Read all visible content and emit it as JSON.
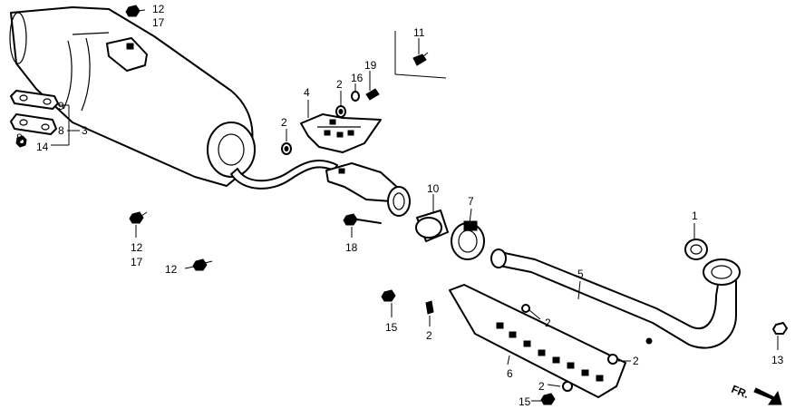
{
  "labels": {
    "l1": "1",
    "l2a": "2",
    "l2b": "2",
    "l2c": "2",
    "l2d": "2",
    "l2e": "2",
    "l2f": "2",
    "l3": "3",
    "l4": "4",
    "l5": "5",
    "l6": "6",
    "l7": "7",
    "l8a": "8",
    "l8b": "8",
    "l9": "9",
    "l10": "10",
    "l11": "11",
    "l12a": "12",
    "l12b": "12",
    "l12c": "12",
    "l13": "13",
    "l14": "14",
    "l15a": "15",
    "l15b": "15",
    "l16": "16",
    "l17a": "17",
    "l17b": "17",
    "l18": "18",
    "l19": "19",
    "fr": "FR."
  },
  "colors": {
    "line": "#000000",
    "background": "#ffffff"
  }
}
